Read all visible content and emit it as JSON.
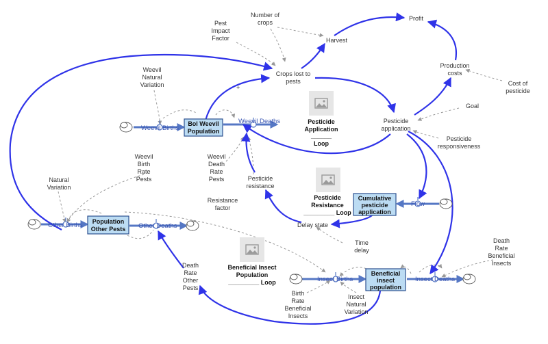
{
  "diagram": {
    "title": "",
    "stocks": {
      "bol_weevil": [
        "Bol Weevil",
        "Population"
      ],
      "other_pests": [
        "Population",
        "Other Pests"
      ],
      "cumulative_pesticide": [
        "Cumulative",
        "pesticide",
        "application"
      ],
      "beneficial_insect": [
        "Beneficial",
        "insect",
        "population"
      ]
    },
    "flows": {
      "weevil_births": "Weevil Births",
      "weevil_deaths": "Weevil Deaths",
      "other_births": "Other Births",
      "other_deaths": "Other Deaths",
      "flow": "Flow",
      "insect_births": "Insect Births",
      "insect_deaths": "Insect Deaths"
    },
    "variables": {
      "profit": [
        "Profit"
      ],
      "number_of_crops": [
        "Number of",
        "crops"
      ],
      "pest_impact_factor": [
        "Pest",
        "Impact",
        "Factor"
      ],
      "harvest": [
        "Harvest"
      ],
      "crops_lost": [
        "Crops lost to",
        "pests"
      ],
      "production_costs": [
        "Production",
        "costs"
      ],
      "cost_of_pesticide": [
        "Cost of",
        "pesticide"
      ],
      "weevil_natural_variation": [
        "Weevil",
        "Natural",
        "Variation"
      ],
      "goal": [
        "Goal"
      ],
      "pesticide_application": [
        "Pesticide",
        "application"
      ],
      "pesticide_responsiveness": [
        "Pesticide",
        "responsiveness"
      ],
      "weevil_birth_rate": [
        "Weevil",
        "Birth",
        "Rate",
        "Pests"
      ],
      "weevil_death_rate": [
        "Weevil",
        "Death",
        "Rate",
        "Pests"
      ],
      "pesticide_resistance": [
        "Pesticide",
        "resistance"
      ],
      "resistance_factor": [
        "Resistance",
        "factor"
      ],
      "natural_variation": [
        "Natural",
        "Variation"
      ],
      "delay_state": [
        "Delay state"
      ],
      "time_delay": [
        "Time",
        "delay"
      ],
      "death_rate_beneficial": [
        "Death",
        "Rate",
        "Beneficial",
        "Insects"
      ],
      "death_rate_other_pests": [
        "Death",
        "Rate",
        "Other",
        "Pests"
      ],
      "birth_rate_beneficial": [
        "Birth",
        "Rate",
        "Beneficial",
        "Insects"
      ],
      "insect_natural_variation": [
        "Insect",
        "Natural",
        "Variation"
      ]
    },
    "loops": {
      "pesticide_application_loop": [
        "Pesticide",
        "Application",
        "______",
        "Loop"
      ],
      "pesticide_resistance_loop": [
        "Pesticide",
        "Resistance",
        "_________ Loop"
      ],
      "beneficial_insect_loop": [
        "Beneficial Insect",
        "Population",
        "_________ Loop"
      ]
    },
    "marker": "+",
    "colors": {
      "causal_link": "#2f33e8",
      "flow_pipe": "#5577c4",
      "stock_fill": "#bcdcf3",
      "info_link": "#999999"
    }
  }
}
